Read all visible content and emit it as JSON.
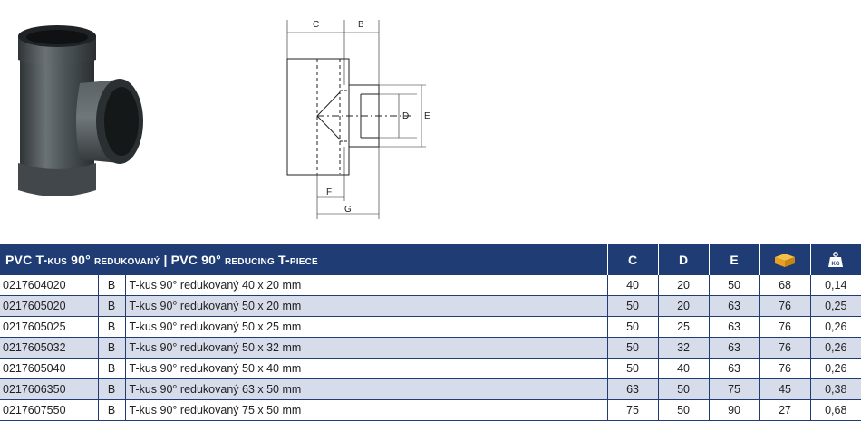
{
  "table": {
    "title_parts": [
      "PVC T-kus 90° redukovaný",
      "|",
      "PVC 90° reducing T-piece"
    ],
    "columns": [
      "C",
      "D",
      "E"
    ],
    "extra_columns": [
      {
        "icon": "box-icon",
        "color": "#e8a020"
      },
      {
        "icon": "weight-icon",
        "label": "KG"
      }
    ],
    "rows": [
      {
        "code": "0217604020",
        "group": "B",
        "desc": "T-kus 90° redukovaný 40 x 20 mm",
        "c": "40",
        "d": "20",
        "e": "50",
        "qty": "68",
        "kg": "0,14"
      },
      {
        "code": "0217605020",
        "group": "B",
        "desc": "T-kus 90° redukovaný 50 x 20 mm",
        "c": "50",
        "d": "20",
        "e": "63",
        "qty": "76",
        "kg": "0,25"
      },
      {
        "code": "0217605025",
        "group": "B",
        "desc": "T-kus 90° redukovaný 50 x 25 mm",
        "c": "50",
        "d": "25",
        "e": "63",
        "qty": "76",
        "kg": "0,26"
      },
      {
        "code": "0217605032",
        "group": "B",
        "desc": "T-kus 90° redukovaný 50 x 32 mm",
        "c": "50",
        "d": "32",
        "e": "63",
        "qty": "76",
        "kg": "0,26"
      },
      {
        "code": "0217605040",
        "group": "B",
        "desc": "T-kus 90° redukovaný 50 x 40 mm",
        "c": "50",
        "d": "40",
        "e": "63",
        "qty": "76",
        "kg": "0,26"
      },
      {
        "code": "0217606350",
        "group": "B",
        "desc": "T-kus 90° redukovaný 63 x 50 mm",
        "c": "63",
        "d": "50",
        "e": "75",
        "qty": "45",
        "kg": "0,38"
      },
      {
        "code": "0217607550",
        "group": "B",
        "desc": "T-kus 90° redukovaný 75 x 50 mm",
        "c": "75",
        "d": "50",
        "e": "90",
        "qty": "27",
        "kg": "0,68"
      }
    ]
  },
  "drawing": {
    "labels": [
      "C",
      "B",
      "D",
      "E",
      "F",
      "G"
    ]
  },
  "colors": {
    "header_bg": "#1f3c74",
    "alt_row_bg": "#d7dceb",
    "pipe_gray": "#4a5054"
  }
}
